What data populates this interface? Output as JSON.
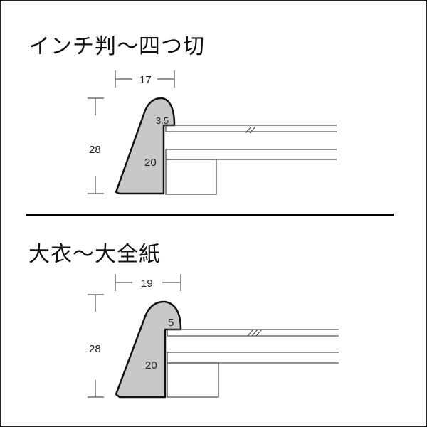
{
  "sections": [
    {
      "title": "インチ判～四つ切",
      "width_label": "17",
      "height_label": "28",
      "lip_label": "3.5",
      "rebate_label": "20"
    },
    {
      "title": "大衣～大全紙",
      "width_label": "19",
      "height_label": "28",
      "lip_label": "5",
      "rebate_label": "20"
    }
  ],
  "colors": {
    "profile_fill": "#c8c8c8",
    "outline": "#111111",
    "line": "#555555",
    "divider": "#000000"
  }
}
